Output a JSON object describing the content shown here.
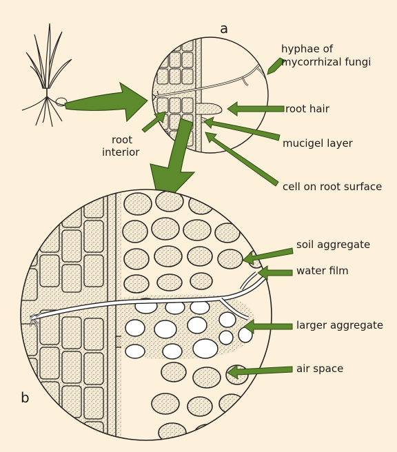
{
  "colors": {
    "background": "#fdf1db",
    "arrow": "#5c8a2c",
    "arrow_outline": "#2f4a14",
    "soil": "#f4e8cf",
    "stipple": "#7a6e58",
    "line": "#222222"
  },
  "panels": {
    "a_label": "a",
    "b_label": "b"
  },
  "labels": {
    "hyphae_line1": "hyphae of",
    "hyphae_line2": "mycorrhizal fungi",
    "root_hair": "root hair",
    "mucigel_layer": "mucigel layer",
    "cell_on_root_surface": "cell on root surface",
    "root_interior_line1": "root",
    "root_interior_line2": "interior",
    "soil_aggregate": "soil aggregate",
    "water_film": "water film",
    "larger_aggregate": "larger aggregate",
    "air_space": "air space"
  }
}
